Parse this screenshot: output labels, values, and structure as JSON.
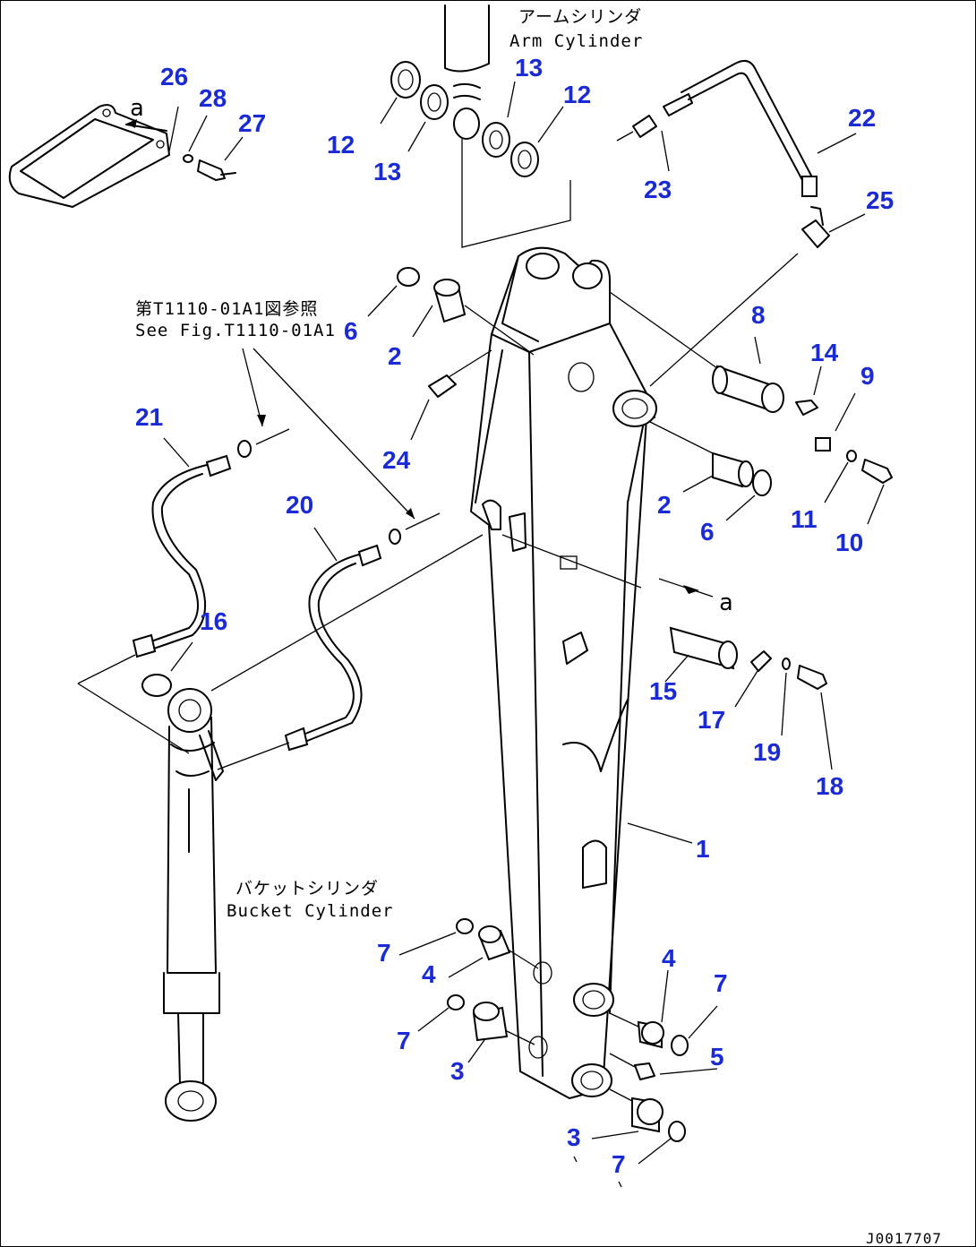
{
  "labels": {
    "arm_cylinder_jp": "アームシリンダ",
    "arm_cylinder_en": "Arm Cylinder",
    "see_fig_jp": "第T1110-01A1図参照",
    "see_fig_en": "See Fig.T1110-01A1",
    "bucket_cylinder_jp": "バケットシリンダ",
    "bucket_cylinder_en": "Bucket Cylinder",
    "arrow_a_top": "a",
    "arrow_a_mid": "a",
    "drawing_code": "J0017707"
  },
  "part_numbers": {
    "p26": "26",
    "p28": "28",
    "p27": "27",
    "p12a": "12",
    "p13a": "13",
    "p13b": "13",
    "p12b": "12",
    "p22": "22",
    "p23": "23",
    "p25": "25",
    "p6a": "6",
    "p2a": "2",
    "p24": "24",
    "p8": "8",
    "p14": "14",
    "p9": "9",
    "p2b": "2",
    "p6b": "6",
    "p11": "11",
    "p10": "10",
    "p21": "21",
    "p20": "20",
    "p16": "16",
    "p15": "15",
    "p17": "17",
    "p19": "19",
    "p18": "18",
    "p1": "1",
    "p7a": "7",
    "p4a": "4",
    "p7b": "7",
    "p3a": "3",
    "p4b": "4",
    "p7c": "7",
    "p5": "5",
    "p3b": "3",
    "p7d": "7"
  }
}
